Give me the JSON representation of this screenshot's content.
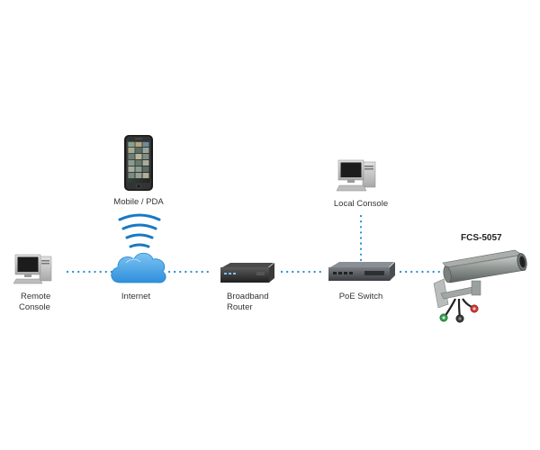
{
  "nodes": {
    "mobile": {
      "label": "Mobile / PDA"
    },
    "remote_console": {
      "label_line1": "Remote",
      "label_line2": "Console"
    },
    "internet": {
      "label": "Internet"
    },
    "router": {
      "label_line1": "Broadband",
      "label_line2": "Router"
    },
    "local_console": {
      "label": "Local Console"
    },
    "poe_switch": {
      "label": "PoE Switch"
    },
    "camera": {
      "label": "FCS-5057"
    }
  },
  "colors": {
    "link_dots": "#1e8fd6",
    "cloud": "#4aa5e8",
    "wifi": "#1a78c2",
    "device_dark": "#2c2c2c",
    "monitor_body": "#c9c9c9"
  },
  "icons": [
    "phone-icon",
    "wifi-icon",
    "cloud-icon",
    "desktop-icon",
    "router-icon",
    "switch-icon",
    "camera-icon"
  ]
}
